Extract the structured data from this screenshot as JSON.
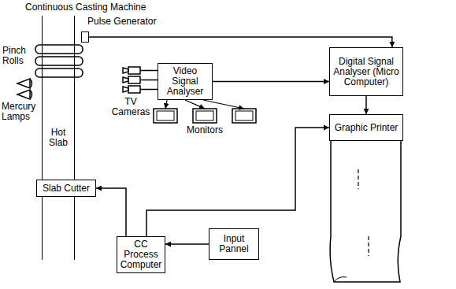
{
  "diagram": {
    "nodes": [
      {
        "text": [
          "Pulse Generator"
        ]
      },
      {
        "text": [
          "Hot Slab"
        ]
      },
      {
        "text": [
          "Video Signal Analyser"
        ]
      },
      {
        "text": [
          "Digital Signal Analyser (Micro Computer)"
        ]
      },
      {
        "text": [
          "Graphic Printer"
        ]
      },
      {
        "text": [
          "Slab Cutter"
        ]
      },
      {
        "text": [
          "CC Process Computer"
        ]
      },
      {
        "text": [
          "Input Pannel"
        ]
      }
    ],
    "edges": [
      {
        "from": 0,
        "to": 3,
        "arrow": "to"
      },
      {
        "from": 2,
        "to": 3,
        "arrow": "to"
      },
      {
        "from": 3,
        "to": 4,
        "arrow": "to"
      },
      {
        "from": 6,
        "to": 5,
        "arrow": "to"
      },
      {
        "from": 6,
        "to": 4,
        "arrow": "to"
      },
      {
        "from": 7,
        "to": 6,
        "arrow": "to"
      }
    ],
    "labels": [
      "Continuous Casting Machine",
      "Pinch Rolls",
      "Mercury Lamps",
      "TV Cameras",
      "Monitors"
    ]
  }
}
